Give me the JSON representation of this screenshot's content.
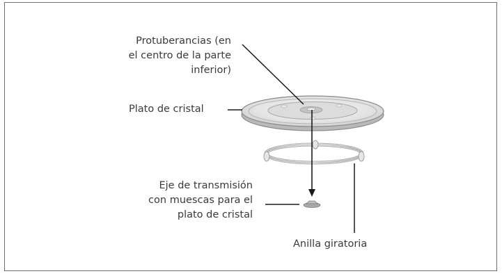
{
  "labels": {
    "protuberancias": "Protuberancias (en\nel centro de la parte\ninferior)",
    "plato": "Plato de cristal",
    "eje": "Eje de transmisión\ncon muescas para el\nplato de cristal",
    "anilla": "Anilla giratoria"
  }
}
